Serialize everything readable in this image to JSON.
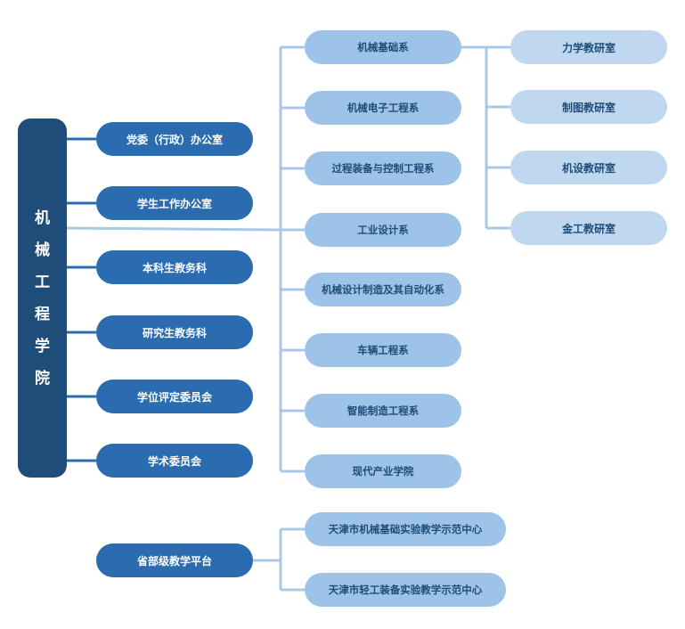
{
  "colors": {
    "root": "#1f4d7a",
    "department": "#2b6cb0",
    "sub_unit": "#9ec3e8",
    "lab": "#c0d8ef",
    "connector": "#a9c8e6",
    "dark_connector": "#2b6cb0"
  },
  "root": {
    "label": "机械工程学院",
    "chars": [
      "机",
      "械",
      "工",
      "程",
      "学",
      "院"
    ]
  },
  "offices": [
    "党委（行政）办公室",
    "学生工作办公室",
    "本科生教务科",
    "研究生教务科",
    "学位评定委员会",
    "学术委员会"
  ],
  "departments": [
    "机械基础系",
    "机械电子工程系",
    "过程装备与控制工程系",
    "工业设计系",
    "机械设计制造及其自动化系",
    "车辆工程系",
    "智能制造工程系",
    "现代产业学院"
  ],
  "labs": [
    "力学教研室",
    "制图教研室",
    "机设教研室",
    "金工教研室"
  ],
  "platform": {
    "label": "省部级教学平台",
    "centers": [
      "天津市机械基础实验教学示范中心",
      "天津市轻工装备实验教学示范中心"
    ]
  }
}
